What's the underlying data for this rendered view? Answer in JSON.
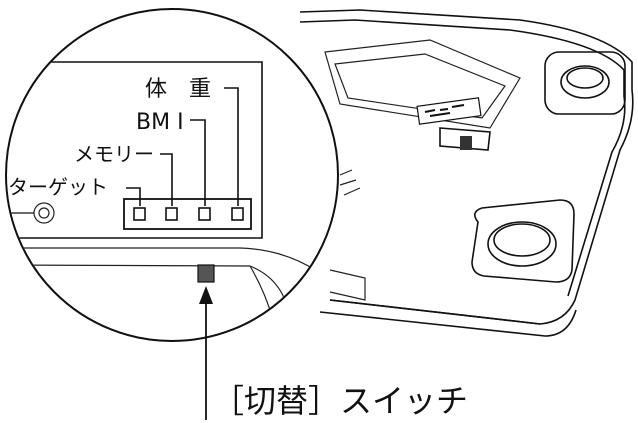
{
  "labels": {
    "weight": "体　重",
    "bmi": "BM I",
    "memory": "メモリー",
    "target": "ターゲット"
  },
  "switch_label": "［切替］スイッチ"
}
